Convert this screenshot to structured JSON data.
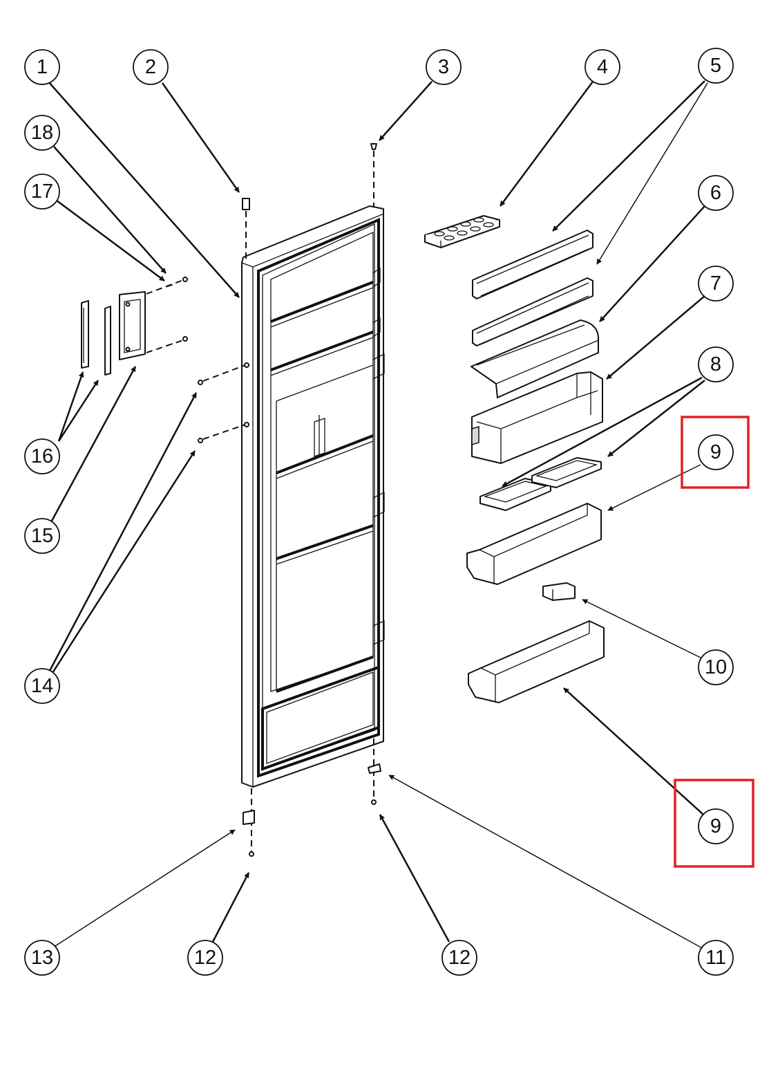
{
  "callouts": [
    {
      "id": "c1",
      "label": "1"
    },
    {
      "id": "c2",
      "label": "2"
    },
    {
      "id": "c3",
      "label": "3"
    },
    {
      "id": "c4",
      "label": "4"
    },
    {
      "id": "c5",
      "label": "5"
    },
    {
      "id": "c18",
      "label": "18"
    },
    {
      "id": "c17",
      "label": "17"
    },
    {
      "id": "c6",
      "label": "6"
    },
    {
      "id": "c7",
      "label": "7"
    },
    {
      "id": "c8",
      "label": "8"
    },
    {
      "id": "c9a",
      "label": "9"
    },
    {
      "id": "c16",
      "label": "16"
    },
    {
      "id": "c15",
      "label": "15"
    },
    {
      "id": "c10",
      "label": "10"
    },
    {
      "id": "c14",
      "label": "14"
    },
    {
      "id": "c9b",
      "label": "9"
    },
    {
      "id": "c13",
      "label": "13"
    },
    {
      "id": "c12a",
      "label": "12"
    },
    {
      "id": "c12b",
      "label": "12"
    },
    {
      "id": "c11",
      "label": "11"
    }
  ],
  "colors": {
    "line": "#111111",
    "highlight": "#e02127",
    "background": "#ffffff"
  }
}
